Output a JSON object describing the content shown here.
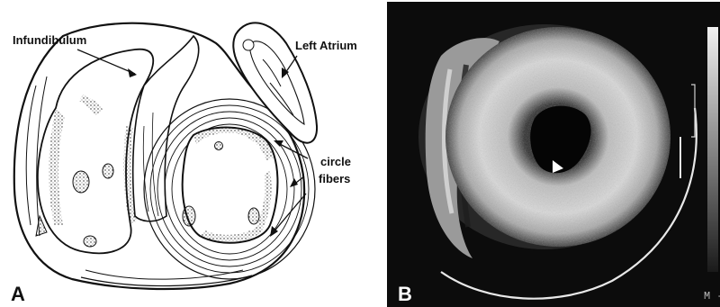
{
  "panel_a": {
    "letter": "A",
    "labels": {
      "infundibulum": "Infundibulum",
      "left_atrium": "Left Atrium",
      "circle_fibers_line1": "circle",
      "circle_fibers_line2": "fibers"
    }
  },
  "panel_b": {
    "letter": "B",
    "scale_marker": "M -"
  },
  "colors": {
    "ink": "#111111",
    "background_b": "#0c0c0c",
    "tissue_b": "#d8d8d8"
  }
}
